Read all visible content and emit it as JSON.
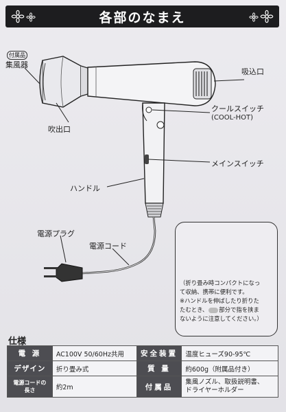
{
  "header": {
    "title": "各部のなまえ"
  },
  "labels": {
    "accessory_badge": "付属品",
    "concentrator": "集風器",
    "outlet": "吹出口",
    "inlet": "吸込口",
    "cool_switch": "クールスイッチ",
    "cool_switch_sub": "(COOL-HOT)",
    "main_switch": "メインスイッチ",
    "handle": "ハンドル",
    "plug": "電源プラグ",
    "cord": "電源コード"
  },
  "inset": {
    "note_lines": [
      "（折り畳み時コンパクトになっ",
      "て収納、携帯に便利です。",
      "※ハンドルを伸ばしたり折りた",
      "たむとき、",
      "部分で指を挟ま",
      "ないように注意してください。）"
    ]
  },
  "spec": {
    "title": "仕様",
    "rows": [
      {
        "h1": "電 源",
        "v1": "AC100V 50/60Hz共用",
        "h2": "安全装置",
        "v2": "温度ヒューズ90-95℃"
      },
      {
        "h1": "デザイン",
        "v1": "折り畳み式",
        "h2": "質 量",
        "v2": "約600g（附属品付き）"
      },
      {
        "h1": "電源コードの長さ",
        "v1": "約2m",
        "h2": "付属品",
        "v2a": "集風ノズル、取扱説明書、",
        "v2b": "ドライヤーホルダー"
      }
    ]
  },
  "colors": {
    "title_bar": "#1d1d1f",
    "header_cell": "#4d4d52",
    "paper": "#ecebef"
  }
}
